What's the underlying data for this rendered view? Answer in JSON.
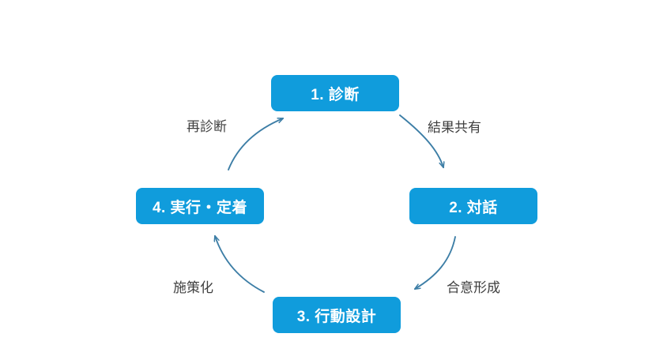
{
  "diagram": {
    "type": "cycle",
    "background_color": "#ffffff",
    "node_color": "#109CDC",
    "node_text_color": "#ffffff",
    "arrow_color": "#3d7ea6",
    "label_text_color": "#3f3f3f",
    "nodes": [
      {
        "id": "node-1",
        "label": "1. 診断",
        "position": "top"
      },
      {
        "id": "node-2",
        "label": "2. 対話",
        "position": "right"
      },
      {
        "id": "node-3",
        "label": "3. 行動設計",
        "position": "bottom"
      },
      {
        "id": "node-4",
        "label": "4. 実行・定着",
        "position": "left"
      }
    ],
    "edges": [
      {
        "id": "edge-1",
        "label": "結果共有",
        "from": "node-1",
        "to": "node-2"
      },
      {
        "id": "edge-2",
        "label": "合意形成",
        "from": "node-2",
        "to": "node-3"
      },
      {
        "id": "edge-3",
        "label": "施策化",
        "from": "node-3",
        "to": "node-4"
      },
      {
        "id": "edge-4",
        "label": "再診断",
        "from": "node-4",
        "to": "node-1"
      }
    ]
  }
}
